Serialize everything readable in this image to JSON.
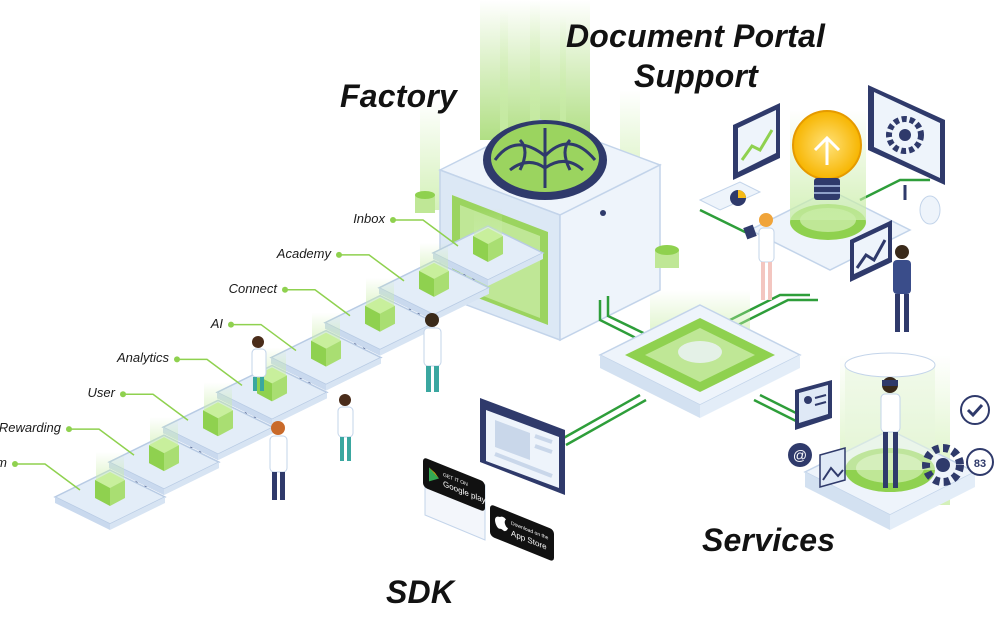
{
  "titles": {
    "factory": "Factory",
    "portal_line1": "Document Portal",
    "portal_line2": "Support",
    "services": "Services",
    "sdk": "SDK"
  },
  "pipeline_steps": [
    "Inbox",
    "Academy",
    "Connect",
    "AI",
    "Analytics",
    "User",
    "Rewarding",
    "Perform"
  ],
  "badges": {
    "google_small": "GET IT ON",
    "google_big": "Google play",
    "apple_small": "Download on the",
    "apple_big": "App Store"
  },
  "services_badge_number": "83",
  "colors": {
    "accent_green": "#8fd14f",
    "line_green": "#2e9e3a",
    "platform_blue": "#e3edf8",
    "platform_edge": "#b8cbe4",
    "navy": "#2f3a6b",
    "bulb_yellow": "#f7bb16"
  }
}
